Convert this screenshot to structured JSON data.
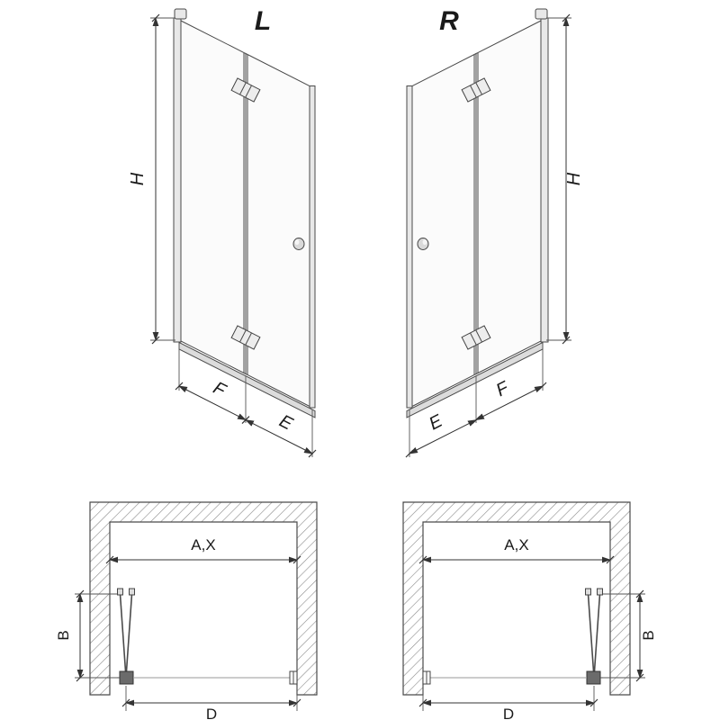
{
  "doors": {
    "left": {
      "label": "L",
      "dims": {
        "height": "H",
        "panel_hinge": "F",
        "panel_outer": "E"
      }
    },
    "right": {
      "label": "R",
      "dims": {
        "height": "H",
        "panel_hinge": "F",
        "panel_outer": "E"
      }
    }
  },
  "plans": {
    "left": {
      "dims": {
        "opening_width": "A,X",
        "door_depth": "B",
        "entry_width": "D"
      }
    },
    "right": {
      "dims": {
        "opening_width": "A,X",
        "door_depth": "B",
        "entry_width": "D"
      }
    }
  },
  "colors": {
    "line": "#4a4a4a",
    "dimension": "#333333",
    "glass": "#fbfbfb",
    "profile": "#e8e8e8",
    "hatch": "#8a8a8a",
    "background": "#ffffff"
  }
}
